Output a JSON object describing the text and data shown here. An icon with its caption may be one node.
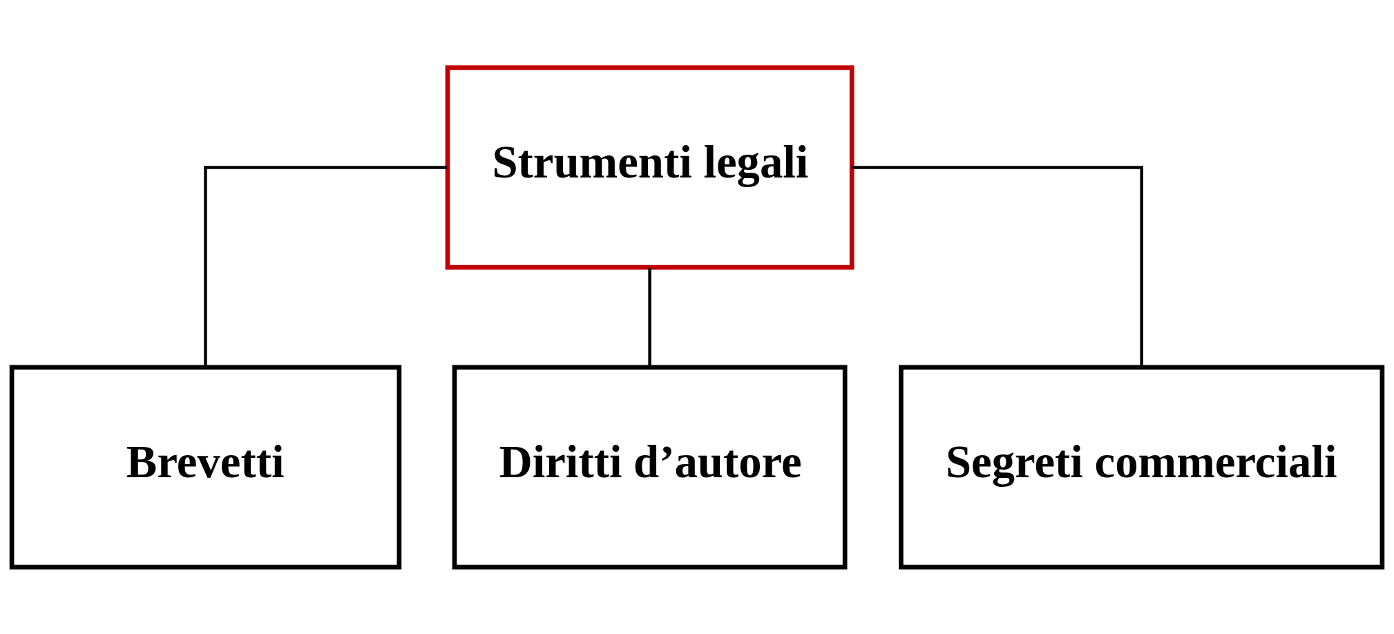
{
  "diagram": {
    "nodes": [
      {
        "text": [
          "Strumenti legali"
        ]
      },
      {
        "text": [
          "Brevetti"
        ]
      },
      {
        "text": [
          "Diritti d’autore"
        ]
      },
      {
        "text": [
          "Segreti commerciali"
        ]
      }
    ],
    "edges": [
      {
        "from": 0,
        "to": 1,
        "arrow": "none"
      },
      {
        "from": 0,
        "to": 2,
        "arrow": "none"
      },
      {
        "from": 0,
        "to": 3,
        "arrow": "none"
      }
    ]
  }
}
